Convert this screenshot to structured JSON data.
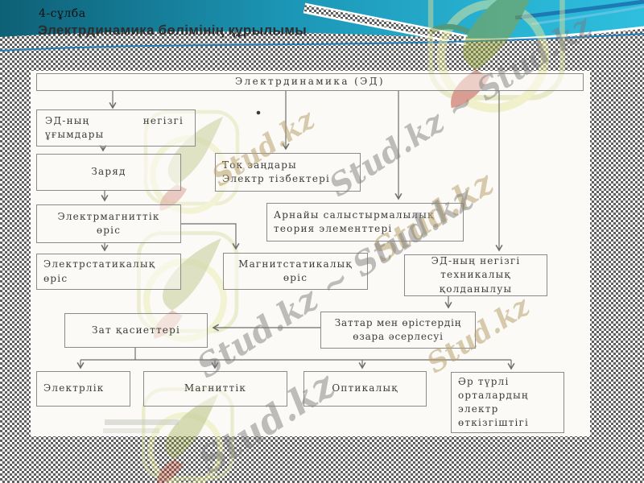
{
  "slide": {
    "label": "4-сұлба",
    "title": "Электрдинамика бөлімінің құрылымы"
  },
  "watermarks": {
    "brand": "Stud.kz",
    "brand_pair": "Stud.kz ~ Stud.kz",
    "logo_name": "stud-kz-bird-logo"
  },
  "colors": {
    "banner_dark_teal": "#0e6076",
    "banner_teal": "#1c96b6",
    "banner_cyan": "#2ebede",
    "banner_navy": "#1a6fae",
    "thin_line_blue": "#1f7fc0",
    "halftone_gray": "#5f5f5f",
    "page_white": "#fbfaf6",
    "box_border": "#8a8a8a",
    "connector_gray": "#6d6d6d",
    "box_text": "#3b3b3b"
  },
  "diagram": {
    "nodes": [
      {
        "id": "ed",
        "label": "Электрдинамика (ЭД)"
      },
      {
        "id": "ed-concepts",
        "label": "ЭД-ның негізгі\nұғымдары"
      },
      {
        "id": "charge",
        "label": "Заряд"
      },
      {
        "id": "current-laws",
        "label": "Ток заңдары\nЭлектр тізбектері"
      },
      {
        "id": "em-field",
        "label": "Электрмагниттік\nөріс"
      },
      {
        "id": "relativity",
        "label": "Арнайы салыстырмалылық\nтеория элементтері"
      },
      {
        "id": "electrostatic-field",
        "label": "Электрстатикалық\nөріс"
      },
      {
        "id": "magnetostatic-field",
        "label": "Магнитстатикалық\nөріс"
      },
      {
        "id": "ed-technical",
        "label": "ЭД-ның негізгі\nтехникалық\nқолданылуы"
      },
      {
        "id": "matter-properties",
        "label": "Зат қасиеттері"
      },
      {
        "id": "interaction",
        "label": "Заттар мен өрістердің\nөзара әсерлесуі"
      },
      {
        "id": "electric",
        "label": "Электрлік"
      },
      {
        "id": "magnetic",
        "label": "Магниттік"
      },
      {
        "id": "optical",
        "label": "Оптикалық"
      },
      {
        "id": "conductivity",
        "label": "Әр түрлі\nорталардың\nэлектр\nөткізгіштігі"
      }
    ],
    "edges": [
      {
        "from": "ed",
        "to": "ed-concepts"
      },
      {
        "from": "ed",
        "to": "current-laws"
      },
      {
        "from": "ed",
        "to": "relativity"
      },
      {
        "from": "ed",
        "to": "ed-technical"
      },
      {
        "from": "ed-concepts",
        "to": "charge"
      },
      {
        "from": "charge",
        "to": "em-field"
      },
      {
        "from": "em-field",
        "to": "electrostatic-field"
      },
      {
        "from": "em-field",
        "to": "magnetostatic-field"
      },
      {
        "from": "ed-technical",
        "to": "interaction"
      },
      {
        "from": "interaction",
        "to": "matter-properties"
      },
      {
        "from": "matter-properties",
        "to": "electric"
      },
      {
        "from": "matter-properties",
        "to": "magnetic"
      },
      {
        "from": "matter-properties",
        "to": "optical"
      },
      {
        "from": "matter-properties",
        "to": "conductivity"
      }
    ]
  }
}
